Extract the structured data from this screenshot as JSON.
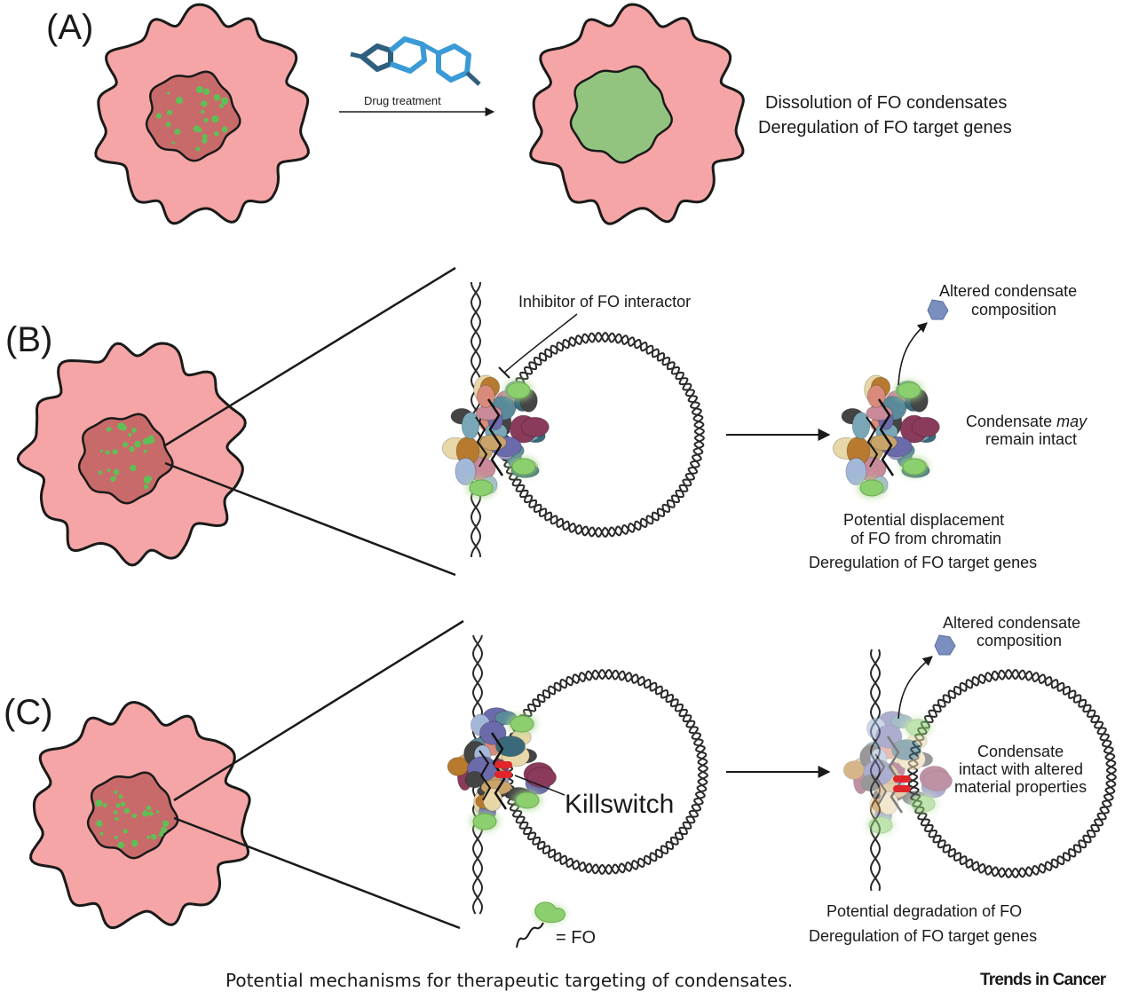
{
  "panels": {
    "a": {
      "label": "(A)",
      "drug_label": "Drug treatment",
      "outcome_line1": "Dissolution of FO condensates",
      "outcome_line2": "Deregulation of FO target genes"
    },
    "b": {
      "label": "(B)",
      "inhibitor_label": "Inhibitor of FO interactor",
      "altered_line1": "Altered condensate",
      "altered_line2": "composition",
      "intact_pre": "Condensate ",
      "intact_em": "may",
      "intact_line2": "remain intact",
      "outcome_line1": "Potential displacement",
      "outcome_line2": "of FO from chromatin",
      "outcome_line3": "Deregulation of FO target genes"
    },
    "c": {
      "label": "(C)",
      "killswitch_label": "Killswitch",
      "altered_line1": "Altered condensate",
      "altered_line2": "composition",
      "intact_line1": "Condensate",
      "intact_line2": "intact with altered",
      "intact_line3": "material properties",
      "outcome_line1": "Potential degradation of FO",
      "outcome_line2": "Deregulation of FO target genes",
      "legend_label": "= FO"
    }
  },
  "caption": "Potential mechanisms for therapeutic targeting of condensates.",
  "journal": "Trends in Cancer",
  "colors": {
    "cell": "#f5a5a5",
    "nucleus": "#c96a6a",
    "green_nucleus": "#92c47f",
    "puncta": "#5fbf55",
    "fo_protein": "#a9d88e",
    "killswitch": "#e0262a",
    "drug_dark": "#2f5f7e",
    "drug_light": "#3a9ad6"
  }
}
